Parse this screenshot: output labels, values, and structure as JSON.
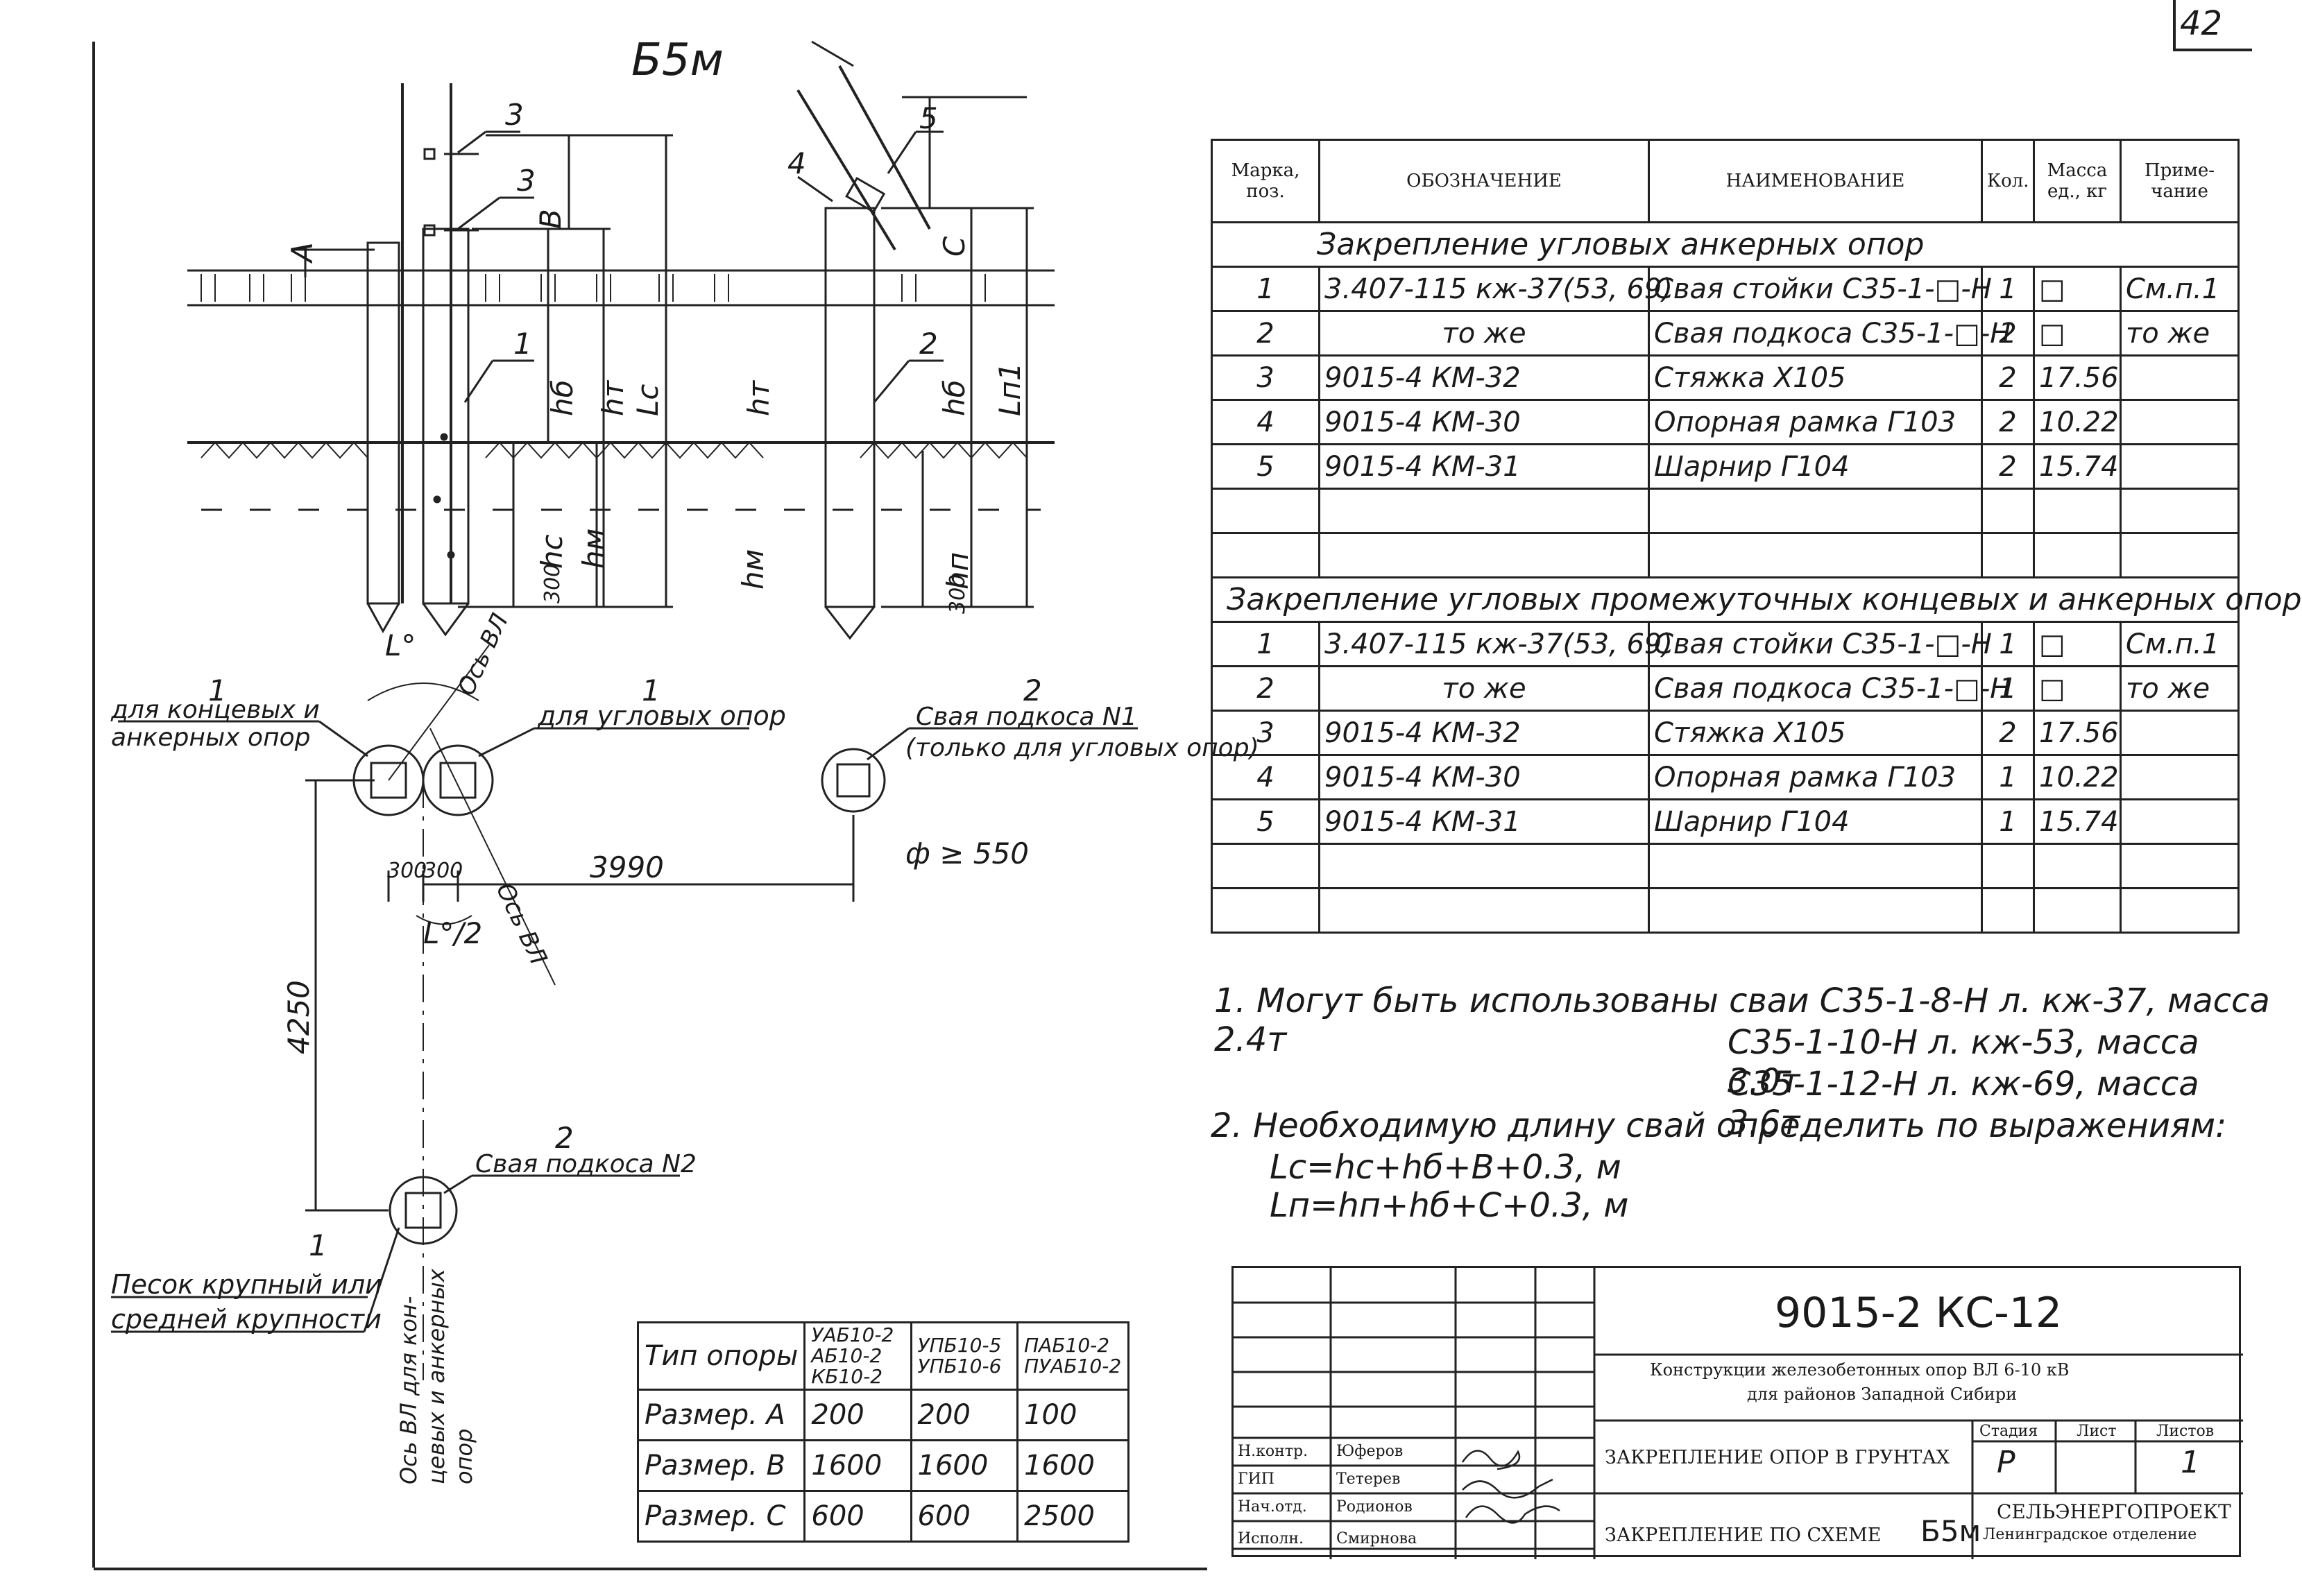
{
  "page_number": "42",
  "scheme_title": "Б5м",
  "drawing": {
    "dim_labels": {
      "A": "А",
      "B": "В",
      "C": "С",
      "hb": "hб",
      "ht": "hт",
      "Lc": "Lс",
      "hc": "hс",
      "hm": "hм",
      "hp": "hп",
      "Lp": "Lп1",
      "d300": "300",
      "alpha": "L°",
      "alpha_half": "L°/2",
      "axis": "Ось ВЛ",
      "d300a": "300",
      "d300b": "300",
      "d3990": "3990",
      "d4250": "4250",
      "phi": "ф ≥ 550"
    },
    "callouts": {
      "c1": "1",
      "c2": "2",
      "c3": "3",
      "c4": "4",
      "c5": "5"
    },
    "labels": {
      "end_num": "1",
      "end_a": "для концевых и",
      "end_b": "анкерных опор",
      "corner_num": "1",
      "corner": "для угловых опор",
      "strut1_num": "2",
      "strut1_a": "Свая подкоса N1",
      "strut1_b": "(только для угловых опор)",
      "strut2_num": "2",
      "strut2": "Свая подкоса N2",
      "sand_num": "1",
      "sand_a": "Песок крупный или",
      "sand_b": "средней крупности",
      "axis_v1": "Ось ВЛ для кон-",
      "axis_v2": "цевых и анкерных",
      "axis_v3": "опор"
    }
  },
  "spec_table": {
    "headers": [
      "Марка, поз.",
      "ОБОЗНАЧЕНИЕ",
      "НАИМЕНОВАНИЕ",
      "Кол.",
      "Масса ед., кг",
      "Приме-чание"
    ],
    "section1": "Закрепление угловых анкерных опор",
    "rows1": [
      [
        "1",
        "3.407-115 кж-37(53, 69)",
        "Свая стойки С35-1-□-Н",
        "1",
        "□",
        "См.п.1"
      ],
      [
        "2",
        "то же",
        "Свая подкоса С35-1-□-Н",
        "2",
        "□",
        "то же"
      ],
      [
        "3",
        "9015-4  КМ-32",
        "Стяжка Х105",
        "2",
        "17.56",
        ""
      ],
      [
        "4",
        "9015-4  КМ-30",
        "Опорная рамка Г103",
        "2",
        "10.22",
        ""
      ],
      [
        "5",
        "9015-4  КМ-31",
        "Шарнир Г104",
        "2",
        "15.74",
        ""
      ]
    ],
    "section2": "Закрепление угловых промежуточных  концевых и анкерных опор",
    "rows2": [
      [
        "1",
        "3.407-115 кж-37(53, 69)",
        "Свая стойки С35-1-□-Н",
        "1",
        "□",
        "См.п.1"
      ],
      [
        "2",
        "то же",
        "Свая подкоса С35-1-□-Н",
        "1",
        "□",
        "то же"
      ],
      [
        "3",
        "9015-4  КМ-32",
        "Стяжка Х105",
        "2",
        "17.56",
        ""
      ],
      [
        "4",
        "9015-4  КМ-30",
        "Опорная рамка Г103",
        "1",
        "10.22",
        ""
      ],
      [
        "5",
        "9015-4  КМ-31",
        "Шарнир Г104",
        "1",
        "15.74",
        ""
      ]
    ]
  },
  "notes": {
    "n1a": "1. Могут быть использованы сваи С35-1-8-Н л. кж-37, масса 2.4т",
    "n1b": "С35-1-10-Н л. кж-53, масса 3.0т",
    "n1c": "С35-1-12-Н л. кж-69, масса 3.6т",
    "n2": "2. Необходимую длину свай определить по выражениям:",
    "f1": "Lс=hс+hб+В+0.3, м",
    "f2": "Lп=hп+hб+С+0.3, м"
  },
  "type_table": {
    "col0": "Тип опоры",
    "col1": "УАБ10-2 АБ10-2 КБ10-2",
    "col2": "УПБ10-5 УПБ10-6",
    "col3": "ПАБ10-2 ПУАБ10-2",
    "rows": [
      [
        "Размер. А",
        "200",
        "200",
        "100"
      ],
      [
        "Размер. В",
        "1600",
        "1600",
        "1600"
      ],
      [
        "Размер. С",
        "600",
        "600",
        "2500"
      ]
    ]
  },
  "stamp": {
    "code": "9015-2  КС-12",
    "project": "Конструкции железобетонных опор  ВЛ  6-10 кВ",
    "project2": "для районов Западной Сибири",
    "sheet_title": "ЗАКРЕПЛЕНИЕ ОПОР В ГРУНТАХ",
    "scheme_title": "ЗАКРЕПЛЕНИЕ ПО СХЕМЕ",
    "scheme": "Б5м",
    "stage_h": "Стадия",
    "sheet_h": "Лист",
    "sheets_h": "Листов",
    "stage": "Р",
    "sheet": "",
    "sheets": "1",
    "org": "СЕЛЬЭНЕРГОПРОЕКТ",
    "org2": "Ленинградское отделение",
    "people": [
      [
        "Н.контр.",
        "Юферов"
      ],
      [
        "ГИП",
        "Тетерев"
      ],
      [
        "Нач.отд.",
        "Родионов"
      ],
      [
        "Исполн.",
        "Смирнова"
      ]
    ]
  }
}
